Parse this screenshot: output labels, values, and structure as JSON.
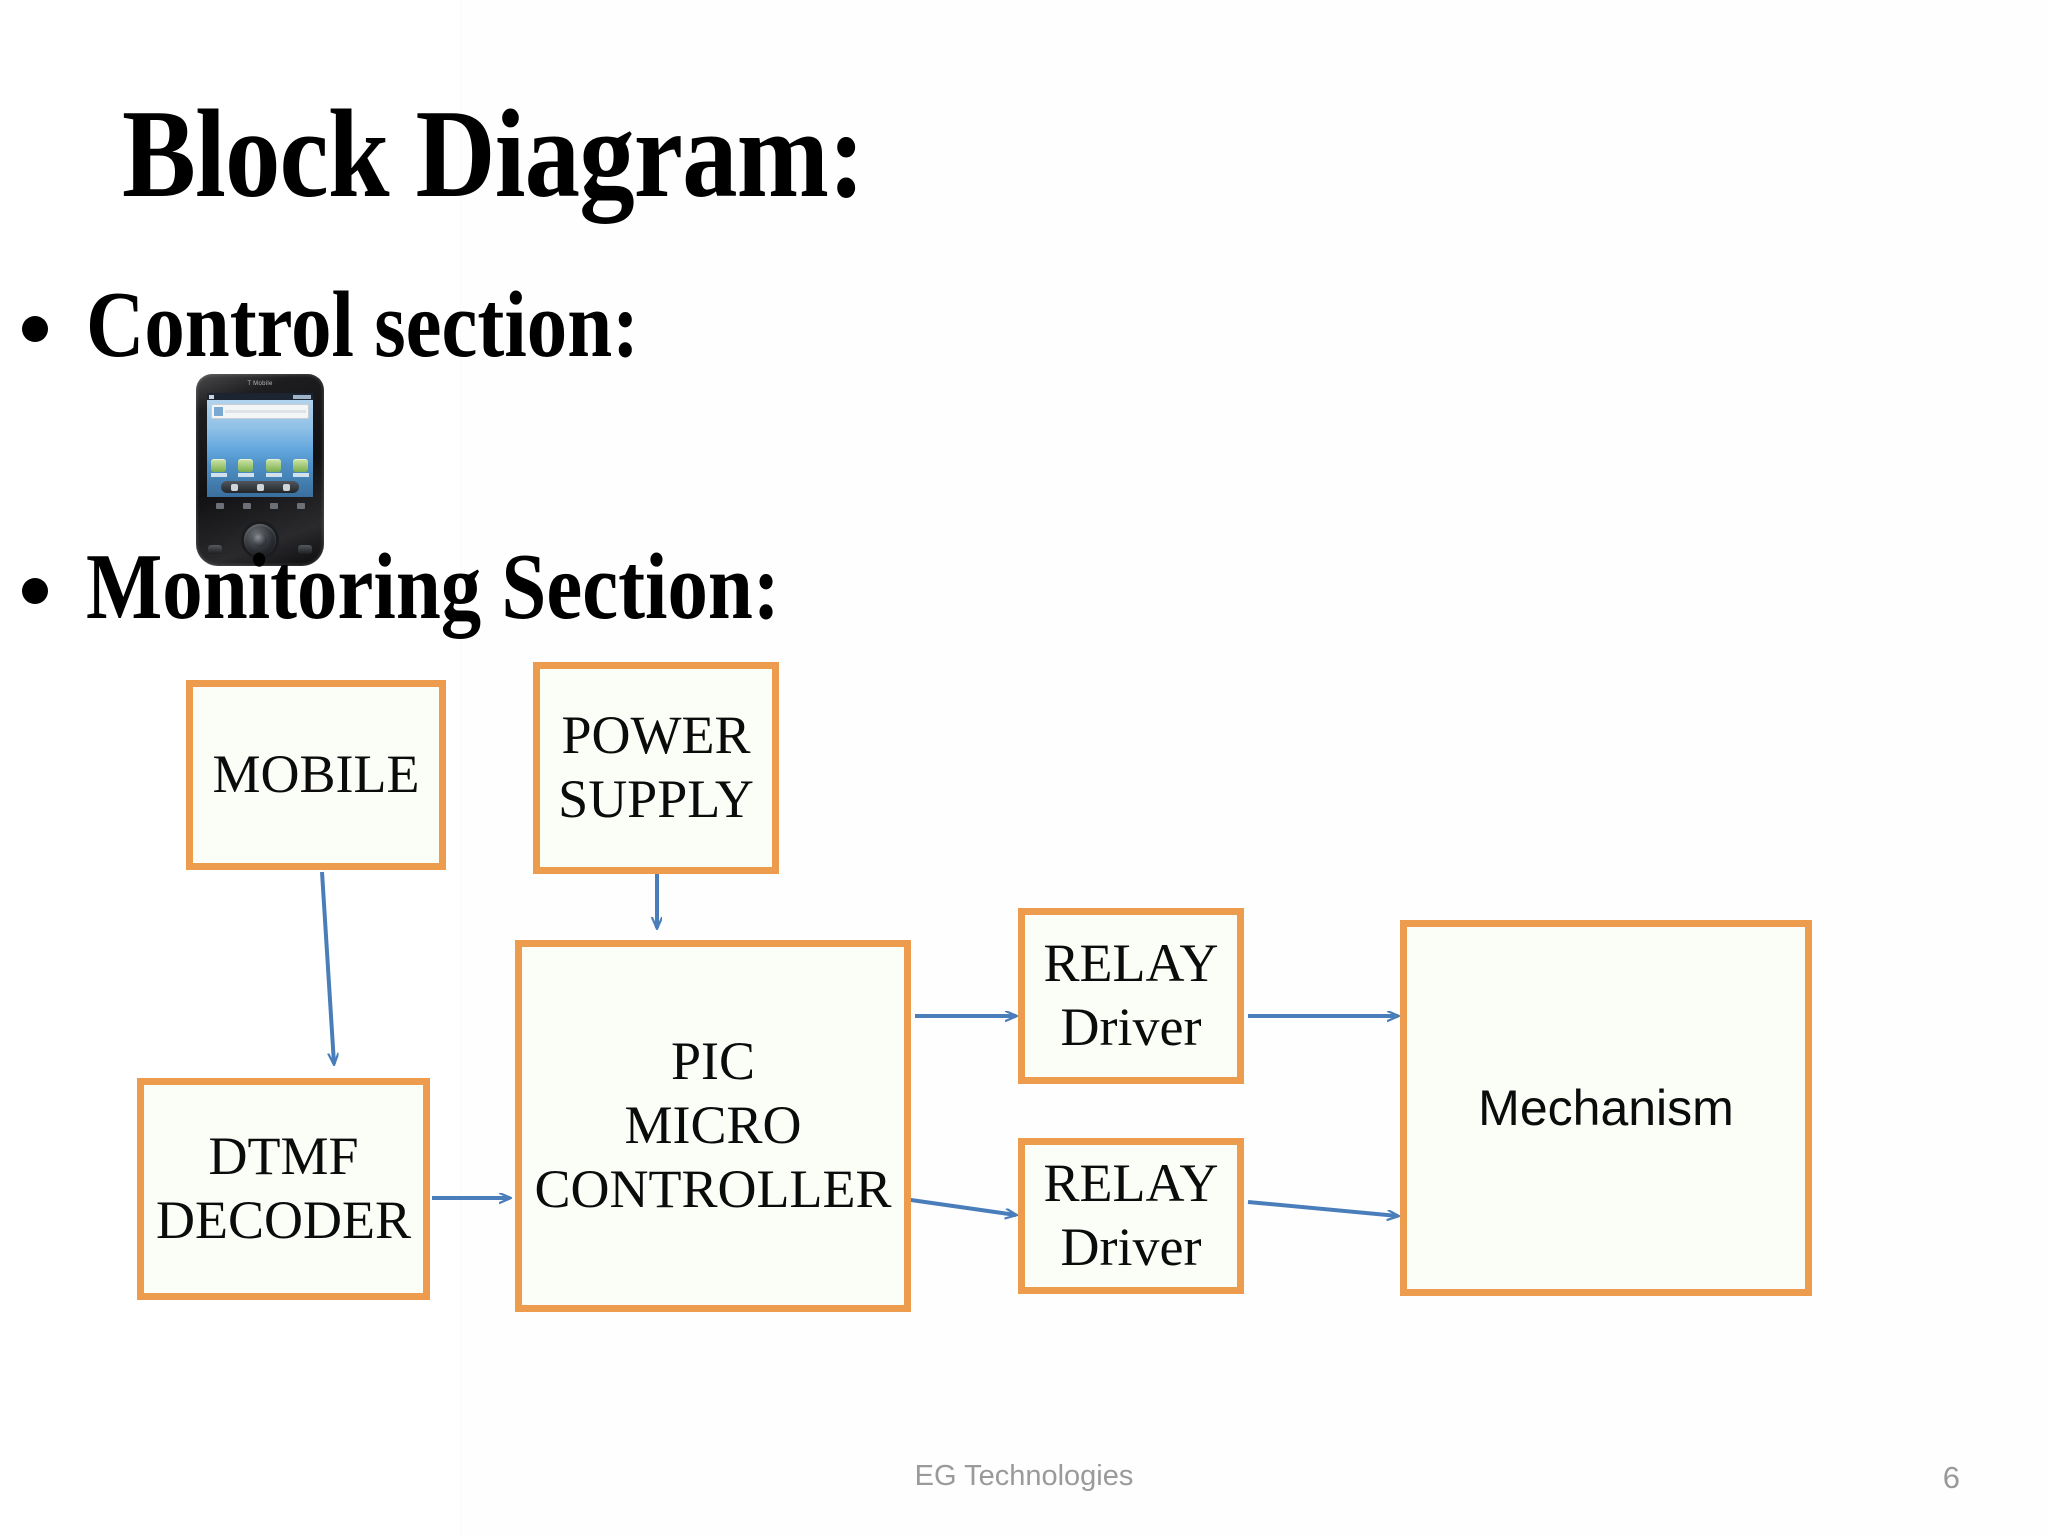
{
  "slide": {
    "title": "Block Diagram:",
    "sections": [
      {
        "label": "Control section:"
      },
      {
        "label": "Monitoring Section:"
      }
    ],
    "image": {
      "name": "mobile-phone-photo",
      "brand": "T  Mobile",
      "description": "Black Android touchscreen smartphone with blue wallpaper and trackball"
    }
  },
  "colors": {
    "box_border": "#ED9B4C",
    "box_fill": "#FBFDF7",
    "arrow": "#4A7EBB",
    "text": "#000000",
    "footer_text": "#9A9A9A",
    "background": "#FFFFFF"
  },
  "diagram": {
    "type": "block-diagram",
    "nodes": [
      {
        "id": "mobile",
        "label": "MOBILE"
      },
      {
        "id": "power",
        "label": "POWER\nSUPPLY"
      },
      {
        "id": "dtmf",
        "label": "DTMF\nDECODER"
      },
      {
        "id": "pic",
        "label": "PIC\nMICRO\nCONTROLLER"
      },
      {
        "id": "relay1",
        "label": "RELAY\nDriver"
      },
      {
        "id": "relay2",
        "label": "RELAY\nDriver"
      },
      {
        "id": "mechanism",
        "label": "Mechanism"
      }
    ],
    "edges": [
      {
        "from": "mobile",
        "to": "dtmf",
        "direction": "down"
      },
      {
        "from": "power",
        "to": "pic",
        "direction": "down"
      },
      {
        "from": "dtmf",
        "to": "pic",
        "direction": "right"
      },
      {
        "from": "pic",
        "to": "relay1",
        "direction": "right"
      },
      {
        "from": "pic",
        "to": "relay2",
        "direction": "right"
      },
      {
        "from": "relay1",
        "to": "mechanism",
        "direction": "right"
      },
      {
        "from": "relay2",
        "to": "mechanism",
        "direction": "right"
      }
    ]
  },
  "footer": {
    "company": "EG Technologies",
    "page_number": "6"
  }
}
